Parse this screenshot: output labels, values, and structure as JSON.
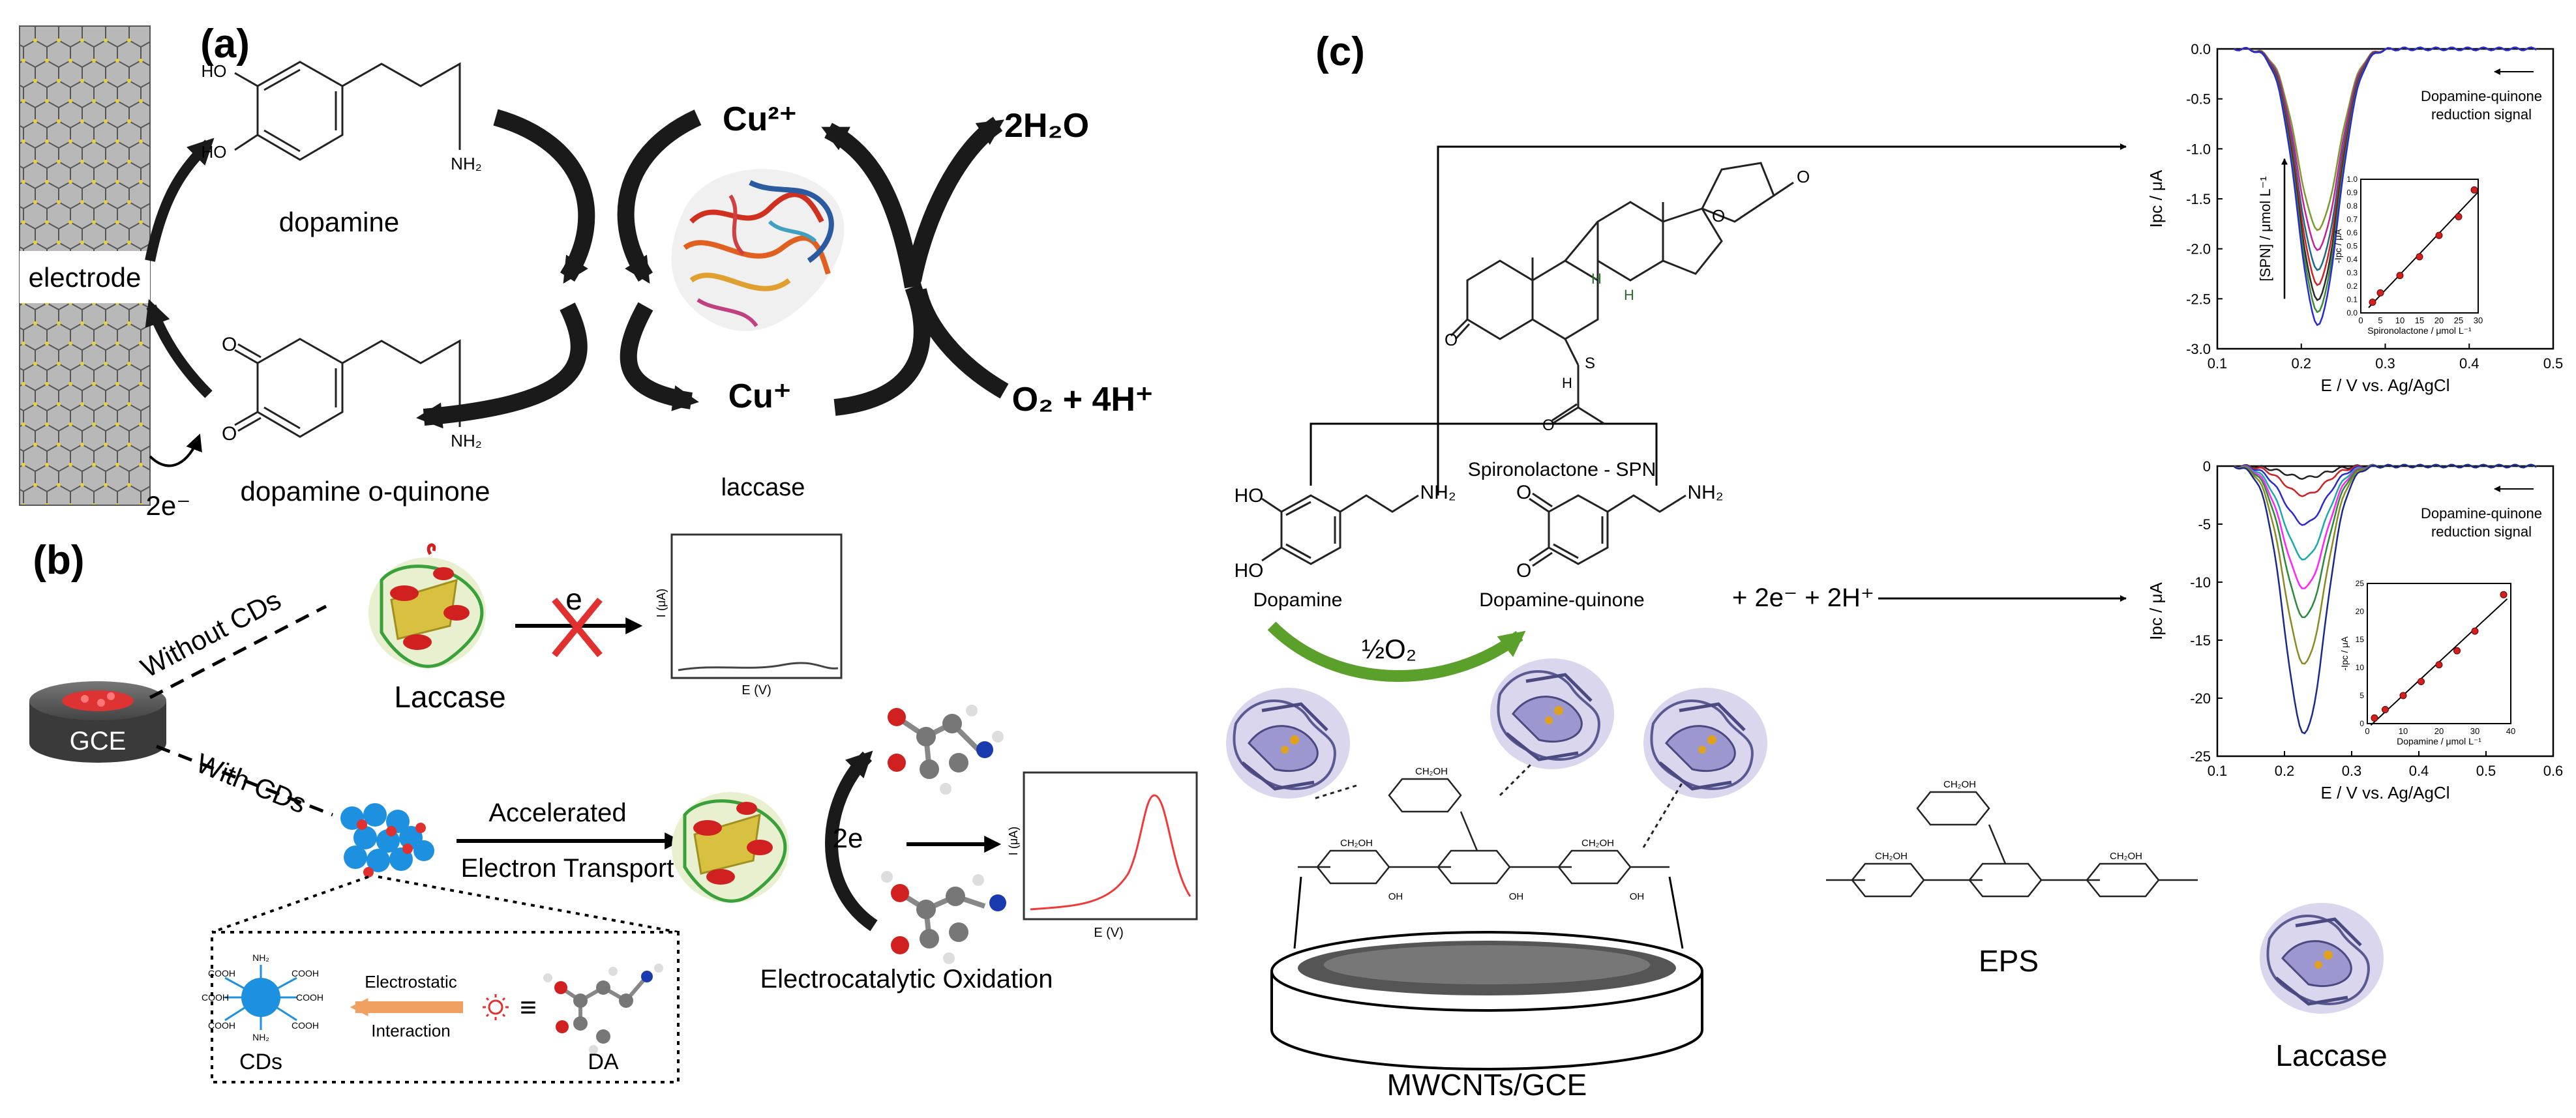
{
  "panel_a": {
    "label": "(a)",
    "electrode": "electrode",
    "dopamine": "dopamine",
    "quinone": "dopamine o-quinone",
    "electrons": "2e⁻",
    "cu2": "Cu²⁺",
    "cu1": "Cu⁺",
    "laccase": "laccase",
    "water": "2H₂O",
    "oxygen": "O₂ + 4H⁺",
    "oh": "HO",
    "nh2": "NH₂"
  },
  "panel_b": {
    "label": "(b)",
    "gce": "GCE",
    "without_cds": "Without CDs",
    "with_cds": "With CDs",
    "laccase": "Laccase",
    "electron": "e",
    "accelerated": "Accelerated",
    "electron_transport": "Electron Transport",
    "two_e": "2e",
    "oxidation": "Electrocatalytic Oxidation",
    "y_axis": "I (μA)",
    "x_axis": "E (V)",
    "electrostatic": "Electrostatic",
    "interaction": "Interaction",
    "cds": "CDs",
    "da": "DA",
    "cooh": "COOH",
    "nh2": "NH₂"
  },
  "panel_c": {
    "label": "(c)",
    "spn": "Spironolactone - SPN",
    "dopamine": "Dopamine",
    "dopamine_quinone": "Dopamine-quinone",
    "half_o2": "½O₂",
    "reaction": "+ 2e⁻ + 2H⁺",
    "electrode": "MWCNTs/GCE",
    "eps": "EPS",
    "laccase": "Laccase",
    "ho": "HO",
    "nh2": "NH₂",
    "ch2oh": "CH₂OH",
    "oh": "OH"
  },
  "chart_data": [
    {
      "type": "line",
      "title": "",
      "annotation": "Dopamine-quinone reduction signal",
      "ylabel": "Ipc / μA",
      "xlabel": "E / V vs. Ag/AgCl",
      "arrow_label": "[SPN] / μmol L⁻¹",
      "xlim": [
        0.1,
        0.5
      ],
      "ylim": [
        -3.0,
        0.0
      ],
      "xticks": [
        "0.1",
        "0.2",
        "0.3",
        "0.4",
        "0.5"
      ],
      "yticks": [
        "0.0",
        "-0.5",
        "-1.0",
        "-1.5",
        "-2.0",
        "-2.5",
        "-3.0"
      ],
      "peak_x": 0.22,
      "series": [
        {
          "peak": -1.8,
          "color": "#7a9a2e"
        },
        {
          "peak": -2.0,
          "color": "#c3209a"
        },
        {
          "peak": -2.2,
          "color": "#1a6a8a"
        },
        {
          "peak": -2.35,
          "color": "#cc2222"
        },
        {
          "peak": -2.5,
          "color": "#2a2a2a"
        },
        {
          "peak": -2.62,
          "color": "#3a8a3a"
        },
        {
          "peak": -2.75,
          "color": "#2a2ad0"
        }
      ],
      "inset": {
        "xlabel": "Spironolactone / μmol L⁻¹",
        "ylabel": "-Ipc / μA",
        "xlim": [
          0,
          30
        ],
        "ylim": [
          0,
          1.0
        ],
        "xticks": [
          "0",
          "5",
          "10",
          "15",
          "20",
          "25",
          "30"
        ],
        "yticks": [
          "0.0",
          "0.1",
          "0.2",
          "0.3",
          "0.4",
          "0.5",
          "0.6",
          "0.7",
          "0.8",
          "0.9",
          "1.0"
        ],
        "x": [
          3,
          5,
          10,
          15,
          20,
          25,
          29
        ],
        "y": [
          0.08,
          0.15,
          0.28,
          0.42,
          0.58,
          0.72,
          0.92
        ]
      }
    },
    {
      "type": "line",
      "title": "",
      "annotation": "Dopamine-quinone reduction signal",
      "ylabel": "Ipc / μA",
      "xlabel": "E / V vs. Ag/AgCl",
      "xlim": [
        0.1,
        0.6
      ],
      "ylim": [
        -25,
        0
      ],
      "xticks": [
        "0.1",
        "0.2",
        "0.3",
        "0.4",
        "0.5",
        "0.6"
      ],
      "yticks": [
        "0",
        "-5",
        "-10",
        "-15",
        "-20",
        "-25"
      ],
      "peak_x": 0.23,
      "series": [
        {
          "peak": -1.0,
          "color": "#222222"
        },
        {
          "peak": -2.5,
          "color": "#cc2222"
        },
        {
          "peak": -5.0,
          "color": "#2a2ad0"
        },
        {
          "peak": -8.0,
          "color": "#1aaaaa"
        },
        {
          "peak": -10.5,
          "color": "#ff22ff"
        },
        {
          "peak": -13.0,
          "color": "#2a8a3a"
        },
        {
          "peak": -17.0,
          "color": "#8a8a22"
        },
        {
          "peak": -23.0,
          "color": "#1a2a8a"
        }
      ],
      "inset": {
        "xlabel": "Dopamine / μmol L⁻¹",
        "ylabel": "-Ipc / μA",
        "xlim": [
          0,
          40
        ],
        "ylim": [
          0,
          25
        ],
        "xticks": [
          "0",
          "10",
          "20",
          "30",
          "40"
        ],
        "yticks": [
          "0",
          "5",
          "10",
          "15",
          "20",
          "25"
        ],
        "x": [
          2,
          5,
          10,
          15,
          20,
          25,
          30,
          38
        ],
        "y": [
          1.0,
          2.5,
          5.0,
          7.5,
          10.5,
          13.0,
          16.5,
          23.0
        ]
      }
    }
  ]
}
